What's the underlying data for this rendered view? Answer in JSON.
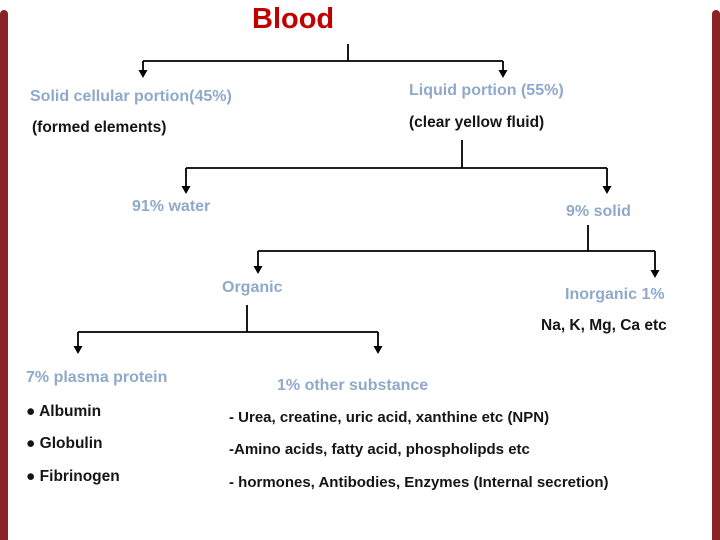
{
  "slide": {
    "background": "#ffffff",
    "side_bar_color": "#8A2424"
  },
  "palette": {
    "title_red": "#C00000",
    "accent_blue": "#8FA9CB",
    "line_black": "#000000"
  },
  "title": {
    "text": "Blood"
  },
  "nodes": {
    "solid_label": "Solid cellular portion(45%)",
    "solid_sub": "(formed elements)",
    "liquid_label": "Liquid portion (55%)",
    "liquid_sub": "(clear yellow fluid)",
    "water": "91% water",
    "solid9": "9% solid",
    "organic": "Organic",
    "inorganic_label": "Inorganic 1%",
    "inorganic_sub": "Na, K, Mg, Ca etc",
    "plasma_label": "7% plasma protein",
    "plasma_items": [
      "● Albumin",
      "● Globulin",
      "● Fibrinogen"
    ],
    "other_label": "1% other substance",
    "other_items": [
      "- Urea, creatine, uric acid, xanthine etc (NPN)",
      "-Amino acids, fatty acid, phospholipds etc",
      "- hormones, Antibodies, Enzymes (Internal secretion)"
    ]
  }
}
